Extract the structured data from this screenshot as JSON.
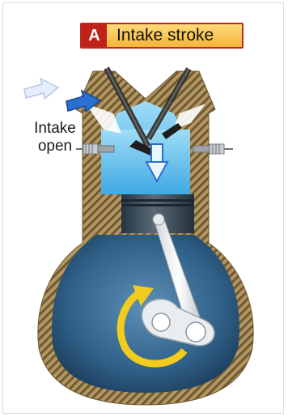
{
  "title": {
    "letter": "A",
    "text": "Intake stroke"
  },
  "intake_label": {
    "line1": "Intake",
    "line2": "open"
  },
  "colors": {
    "title_fill": "#f7c14b",
    "title_border": "#c02a1f",
    "letter_badge": "#c0221a",
    "cylinder_wall": "#a58b55",
    "intake_mixture": "#64c4ee",
    "crankcase": "#2e5f86",
    "piston": "#3a4a56",
    "rotation_arrow": "#f2cc1c",
    "intake_arrow": "#2b6fd1"
  },
  "icons": [
    "intake-flow-arrow-icon",
    "downward-arrow-icon",
    "rotation-arrow-icon",
    "spark-plug-icon"
  ]
}
